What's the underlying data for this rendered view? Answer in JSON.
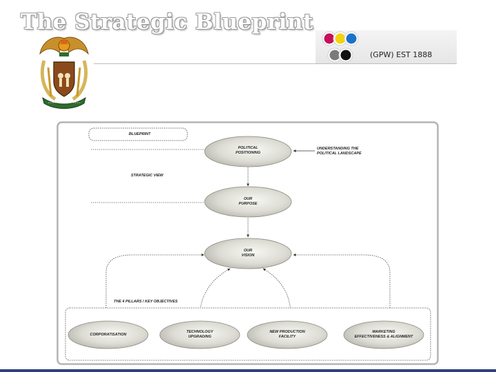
{
  "slide": {
    "title": "The Strategic Blueprint",
    "company_label": "(GPW) EST 1888"
  },
  "diagram": {
    "blueprint_label": "BLUEPRINT",
    "strategic_view_label": "STRATEGIC VIEW",
    "pillars_label": "THE 4 PILLARS / KEY OBJECTIVES",
    "landscape_label_line1": "UNDERSTANDING THE",
    "landscape_label_line2": "POLITICAL LANDSCAPE",
    "nodes": {
      "political_line1": "POLITICAL",
      "political_line2": "POSITIONING",
      "purpose_line1": "OUR",
      "purpose_line2": "PURPOSE",
      "vision_line1": "OUR",
      "vision_line2": "VISION",
      "corporatisation": "CORPORATISATION",
      "technology_line1": "TECHNOLOGY",
      "technology_line2": "UPGRADING",
      "production_line1": "NEW PRODUCTION",
      "production_line2": "FACILITY",
      "marketing_line1": "MARKETING",
      "marketing_line2": "EFFECTIVENESS & ALIGNMENT"
    }
  },
  "logo_dot_colors": [
    "#c5105a",
    "#f2d20a",
    "#1a73c9",
    "#7a7a7a",
    "#111111"
  ]
}
